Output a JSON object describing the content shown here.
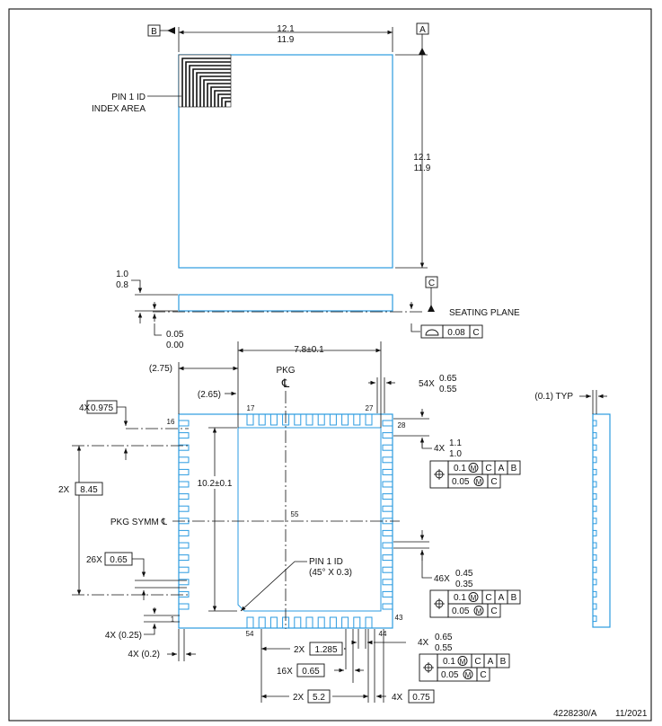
{
  "datums": {
    "b": "B",
    "a": "A",
    "c": "C"
  },
  "top_view": {
    "width_max": "12.1",
    "width_min": "11.9",
    "height_max": "12.1",
    "height_min": "11.9",
    "pin1_line1": "PIN 1 ID",
    "pin1_line2": "INDEX AREA"
  },
  "side_view": {
    "thk_max": "1.0",
    "thk_min": "0.8",
    "standoff_max": "0.05",
    "standoff_min": "0.00",
    "seating_plane": "SEATING PLANE",
    "flatness_value": "0.08",
    "flatness_datum": "C"
  },
  "bottom_view": {
    "pad_span": "7.8±0.1",
    "dim_275": "(2.75)",
    "dim_265": "(2.65)",
    "pkg_label": "PKG",
    "centerline_symbol": "℄",
    "pad_count_w_prefix": "54X",
    "pad_w_max": "0.65",
    "pad_w_min": "0.55",
    "pin_17": "17",
    "pin_27": "27",
    "pin_16": "16",
    "pin_28": "28",
    "pin_55": "55",
    "pin_1": "1",
    "pin_43": "43",
    "pin_54": "54",
    "pin_44": "44",
    "corner_prefix": "4X",
    "corner_value": "0.975",
    "dim_11_prefix": "4X",
    "dim_11_max": "1.1",
    "dim_11_min": "1.0",
    "height_label": "10.2±0.1",
    "pitch_2x_prefix": "2X",
    "pitch_2x_value": "8.45",
    "pkg_symm": "PKG SYMM ℄",
    "pitch_26x_prefix": "26X",
    "pitch_26x_value": "0.65",
    "pin1_id_line1": "PIN 1 ID",
    "pin1_id_line2": "(45° X 0.3)",
    "dim_46x_prefix": "46X",
    "dim_46x_max": "0.45",
    "dim_46x_min": "0.35",
    "dim_025": "4X (0.25)",
    "dim_02": "4X (0.2)",
    "bot_2x_prefix": "2X",
    "bot_2x_value": "1.285",
    "bot_4x_prefix": "4X",
    "bot_4x_max": "0.65",
    "bot_4x_min": "0.55",
    "bot_16x_prefix": "16X",
    "bot_16x_value": "0.65",
    "bot_2x52_prefix": "2X",
    "bot_2x52_value": "5.2",
    "bot_4x75_prefix": "4X",
    "bot_4x75_value": "0.75",
    "typ_label": "(0.1) TYP"
  },
  "fcf": {
    "tol_1": "0.1",
    "tol_2": "0.05",
    "m_symbol": "M",
    "d1": "C",
    "d2": "A",
    "d3": "B"
  },
  "footer": {
    "doc_number": "4228230/A",
    "date": "11/2021"
  }
}
